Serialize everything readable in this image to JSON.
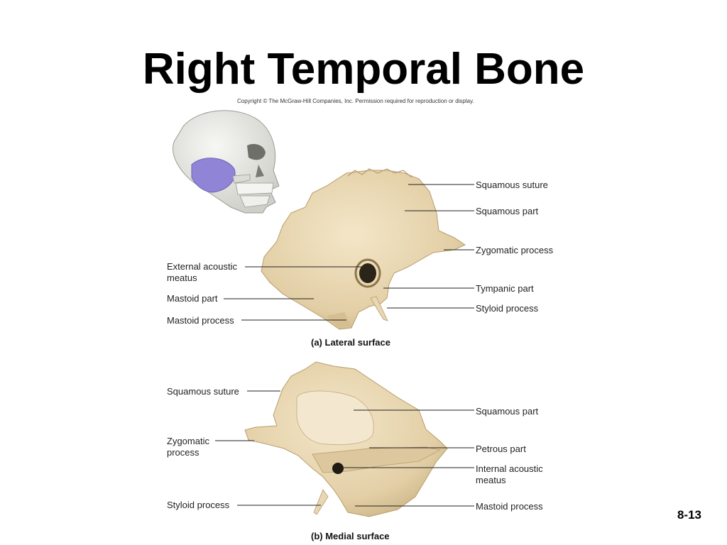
{
  "slide": {
    "title": "Right Temporal Bone",
    "copyright": "Copyright © The McGraw-Hill Companies, Inc. Permission required for reproduction or display.",
    "number": "8-13"
  },
  "lateral": {
    "caption": "(a) Lateral surface",
    "labels": {
      "squamous_suture": "Squamous suture",
      "squamous_part": "Squamous part",
      "zygomatic_process": "Zygomatic process",
      "external_acoustic_1": "External acoustic",
      "external_acoustic_2": "meatus",
      "tympanic_part": "Tympanic part",
      "mastoid_part": "Mastoid part",
      "styloid_process": "Styloid process",
      "mastoid_process": "Mastoid process"
    }
  },
  "medial": {
    "caption": "(b) Medial surface",
    "labels": {
      "squamous_suture": "Squamous suture",
      "squamous_part": "Squamous part",
      "zygomatic_1": "Zygomatic",
      "zygomatic_2": "process",
      "petrous_part": "Petrous part",
      "internal_acoustic_1": "Internal acoustic",
      "internal_acoustic_2": "meatus",
      "styloid_process": "Styloid process",
      "mastoid_process": "Mastoid process"
    }
  },
  "colors": {
    "bone": "#e6d4b0",
    "bone_shadow": "#c9b083",
    "skull": "#e9e9e6",
    "temporal_highlight": "#8f84d6"
  }
}
